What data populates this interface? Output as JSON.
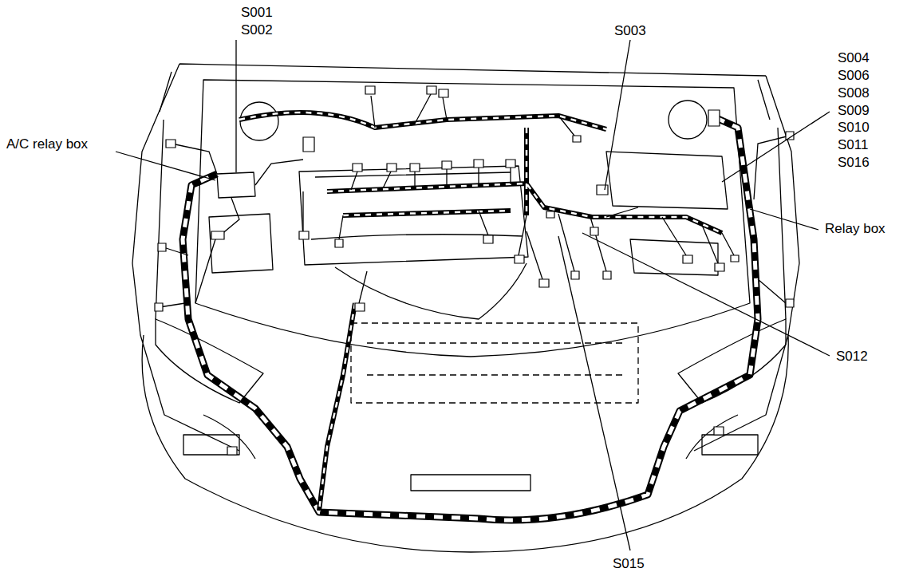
{
  "diagram": {
    "labels": [
      "S001",
      "S002",
      "S003",
      "S004",
      "S006",
      "S008",
      "S009",
      "S010",
      "S011",
      "S016",
      "A/C relay box",
      "Relay box",
      "S012",
      "S015"
    ]
  }
}
